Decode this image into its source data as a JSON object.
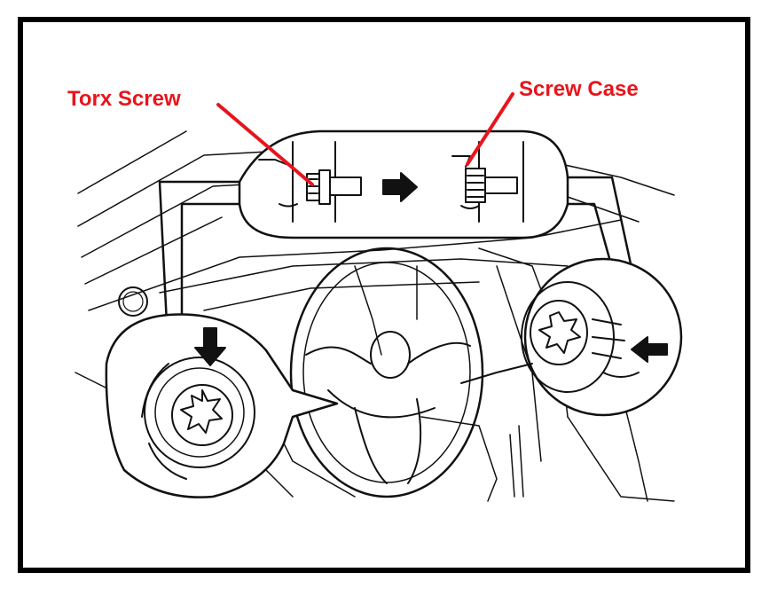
{
  "figure": {
    "callouts": [
      {
        "id": "torx",
        "label": "Torx Screw"
      },
      {
        "id": "case",
        "label": "Screw Case"
      }
    ],
    "colors": {
      "callout_text": "#e8141c",
      "line_art": "#111111",
      "background": "#ffffff",
      "border": "#000000"
    },
    "icons": [
      "torx-screw-icon",
      "screw-case-icon",
      "steering-wheel-icon",
      "arrow-right-icon",
      "arrow-down-icon",
      "arrow-left-icon"
    ]
  }
}
